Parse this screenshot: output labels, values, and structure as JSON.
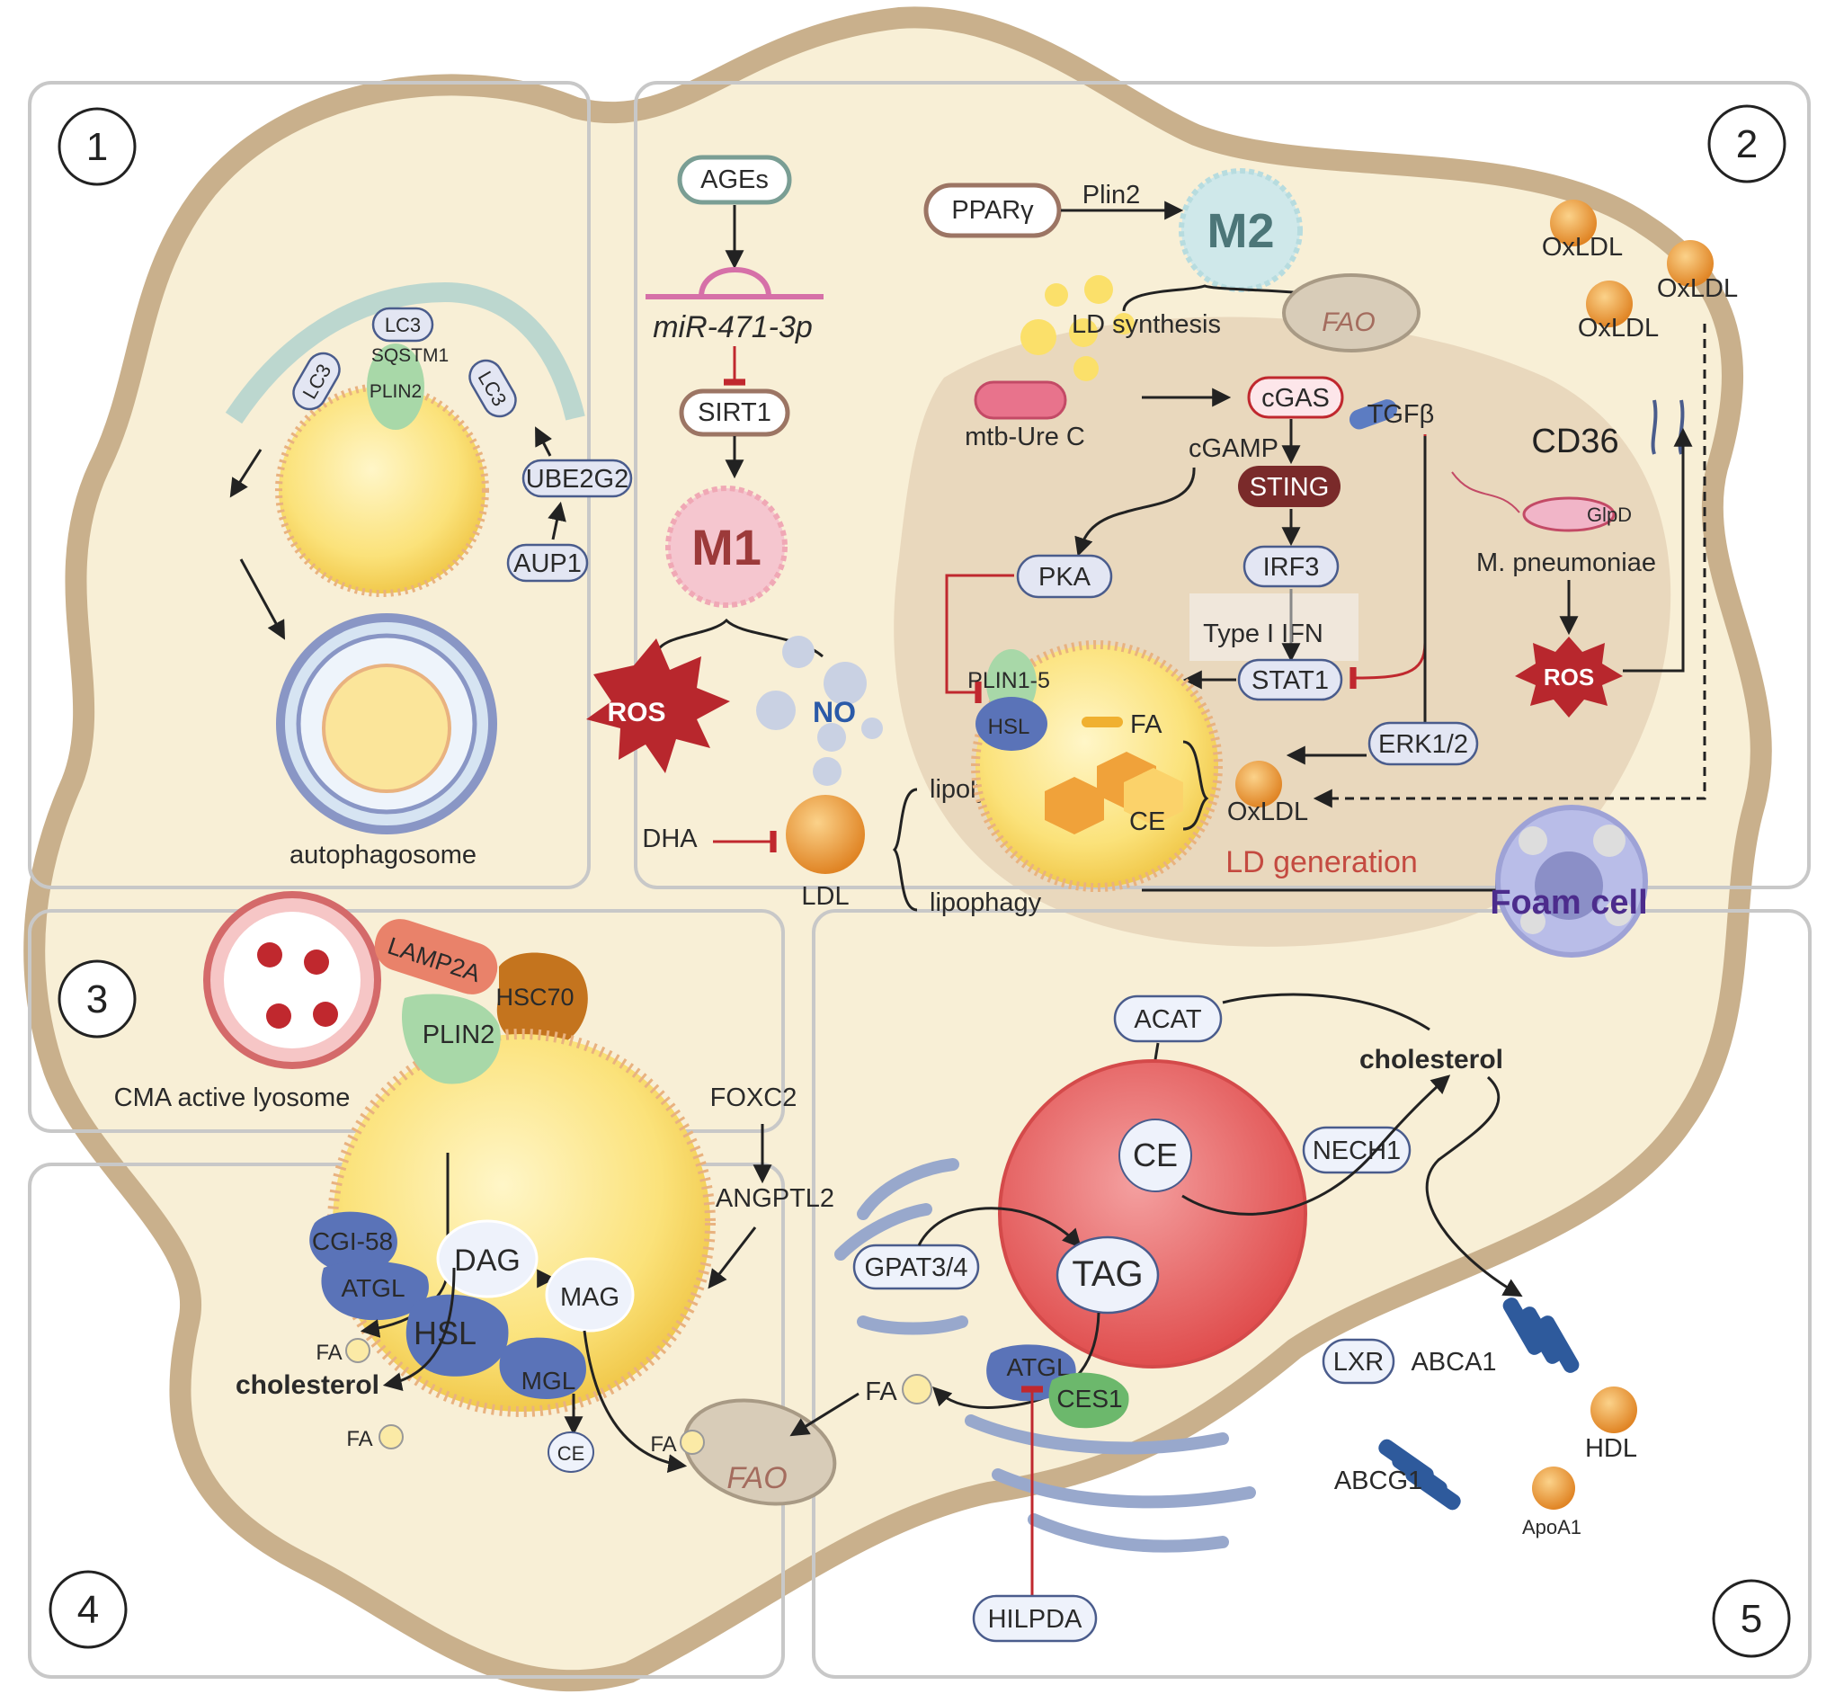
{
  "panels": {
    "p1": "1",
    "p2": "2",
    "p3": "3",
    "p4": "4",
    "p5": "5"
  },
  "panel1": {
    "lc3_top": "LC3",
    "sqstm1": "SQSTM1",
    "plin2": "PLIN2",
    "lc3_left": "LC3",
    "lc3_right": "LC3",
    "ube2g2": "UBE2G2",
    "aup1": "AUP1",
    "autophagosome": "autophagosome"
  },
  "panel_m1": {
    "ages": "AGEs",
    "mir": "miR-471-3p",
    "sirt1": "SIRT1",
    "m1": "M1",
    "ros": "ROS",
    "no": "NO",
    "dha": "DHA",
    "ldl": "LDL",
    "lipolysis": "lipolysis",
    "lipophagy": "lipophagy"
  },
  "panel2": {
    "ppar": "PPARγ",
    "plin2": "Plin2",
    "m2": "M2",
    "ld_synthesis": "LD synthesis",
    "fao": "FAO",
    "mtb": "mtb-Ure C",
    "cgas": "cGAS",
    "cgamp": "cGAMP",
    "sting": "STING",
    "irf3": "IRF3",
    "type1ifn": "Type I IFN",
    "stat1": "STAT1",
    "pka": "PKA",
    "tgfb": "TGFβ",
    "erk": "ERK1/2",
    "plin15": "PLIN1-5",
    "hsl": "HSL",
    "fa": "FA",
    "ce": "CE",
    "oxldl_in": "OxLDL",
    "ld_generation": "LD generation",
    "foam": "Foam cell",
    "oxldl_a": "OxLDL",
    "oxldl_b": "OxLDL",
    "oxldl_c": "OxLDL",
    "cd36": "CD36",
    "glpd": "GlpD",
    "mpneu": "M. pneumoniae",
    "ros": "ROS"
  },
  "panel3": {
    "lamp2a": "LAMP2A",
    "hsc70": "HSC70",
    "plin2": "PLIN2",
    "cma": "CMA active lyosome",
    "foxc2": "FOXC2",
    "angptl2": "ANGPTL2"
  },
  "panel4": {
    "cgi58": "CGI-58",
    "atgl": "ATGL",
    "dag": "DAG",
    "mag": "MAG",
    "hsl": "HSL",
    "mgl": "MGL",
    "fa1": "FA",
    "cholesterol": "cholesterol",
    "fa2": "FA",
    "ce": "CE",
    "fa3": "FA",
    "fao": "FAO"
  },
  "panel5": {
    "acat": "ACAT",
    "cholesterol": "cholesterol",
    "ce": "CE",
    "nech1": "NECH1",
    "gpat": "GPAT3/4",
    "tag": "TAG",
    "atgl": "ATGL",
    "ces1": "CES1",
    "fa": "FA",
    "lxr": "LXR",
    "abca1": "ABCA1",
    "abcg1": "ABCG1",
    "hdl": "HDL",
    "apoa1": "ApoA1",
    "hilpda": "HILPDA"
  },
  "colors": {
    "cell_fill": "#f8efd6",
    "cell_border": "#c9b08c",
    "nucleus": "#e8d6bd",
    "pill_fill": "#e3e6f3",
    "pill_stroke": "#4a5c8c",
    "ros": "#c0282e",
    "ld_red": "#e55d5d",
    "inhibit": "#c0282e"
  }
}
